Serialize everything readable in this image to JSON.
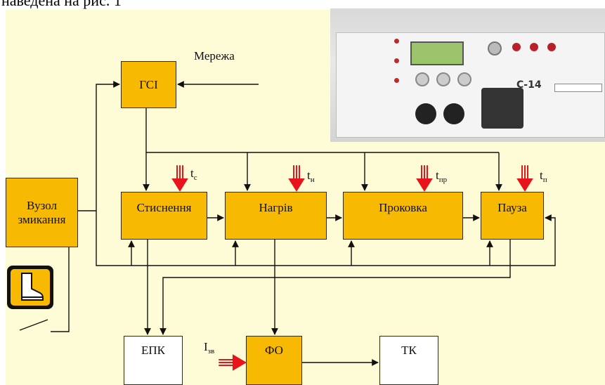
{
  "caption": "наведена на рис. 1",
  "blocks": {
    "gsi": "ГСІ",
    "vuzol_line1": "Вузол",
    "vuzol_line2": "змикання",
    "stysnennia": "Стиснення",
    "nahriv": "Нагрів",
    "prokovka": "Проковка",
    "pauza": "Пауза",
    "epk": "ЕПК",
    "fo": "ФО",
    "tk": "ТК"
  },
  "labels": {
    "merezha": "Мережа",
    "tc": "t",
    "tc_sub": "с",
    "tn": "t",
    "tn_sub": "н",
    "tpr": "t",
    "tpr_sub": "пр",
    "tp": "t",
    "tp_sub": "п",
    "izv": "I",
    "izv_sub": "зв"
  },
  "photo": {
    "model": "С-14"
  },
  "colors": {
    "block_fill": "#f7b902",
    "background": "#fefcd6",
    "arrow_red": "#e8141b"
  }
}
